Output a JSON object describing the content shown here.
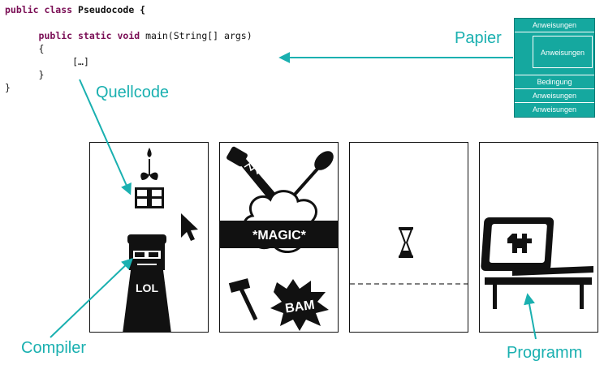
{
  "code": {
    "line1_kw": "public class",
    "line1_name": " Pseudocode {",
    "line2_kw": "public static void",
    "line2_rest": " main(String[] args)",
    "open_brace": "{",
    "body": "[…]",
    "close_brace_inner": "}",
    "close_brace_outer": "}"
  },
  "labels": {
    "papier": "Papier",
    "quellcode": "Quellcode",
    "compiler": "Compiler",
    "programm": "Programm"
  },
  "nassi": {
    "row1": "Anweisungen",
    "inner": "Anweisungen",
    "cond": "Bedingung",
    "row2": "Anweisungen",
    "row3": "Anweisungen"
  },
  "panels": {
    "magic": "*MAGIC*",
    "lol": "LOL",
    "bam": "BAM"
  },
  "colors": {
    "accent": "#1ab0b0",
    "nassi": "#15a89f"
  }
}
